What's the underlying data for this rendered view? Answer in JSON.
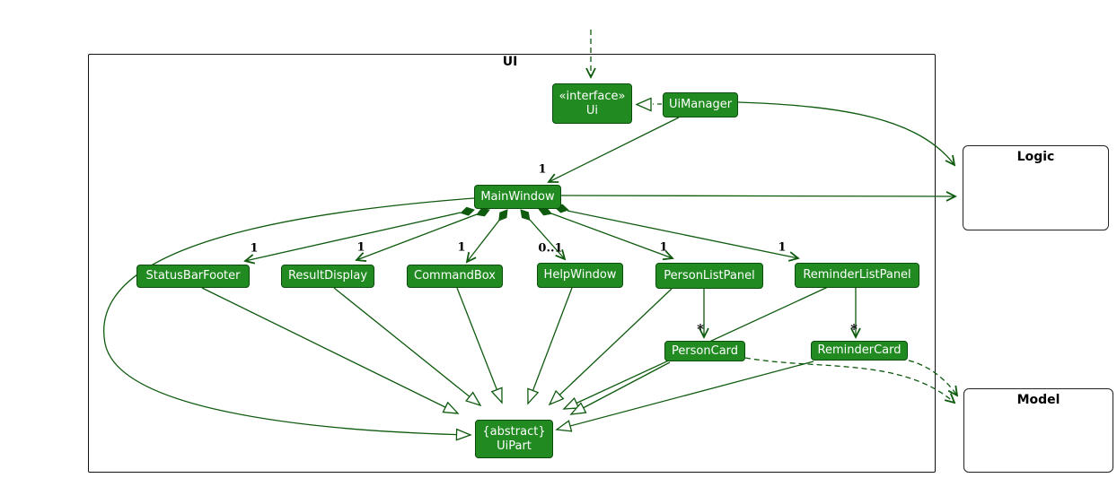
{
  "diagram": {
    "frames": {
      "ui": {
        "label": "UI"
      },
      "logic": {
        "label": "Logic"
      },
      "model": {
        "label": "Model"
      }
    },
    "classes": {
      "ui_interface": {
        "stereotype": "«interface»",
        "name": "Ui"
      },
      "ui_manager": {
        "name": "UiManager"
      },
      "main_window": {
        "name": "MainWindow"
      },
      "status_bar_footer": {
        "name": "StatusBarFooter"
      },
      "result_display": {
        "name": "ResultDisplay"
      },
      "command_box": {
        "name": "CommandBox"
      },
      "help_window": {
        "name": "HelpWindow"
      },
      "person_list_panel": {
        "name": "PersonListPanel"
      },
      "reminder_list_panel": {
        "name": "ReminderListPanel"
      },
      "person_card": {
        "name": "PersonCard"
      },
      "reminder_card": {
        "name": "ReminderCard"
      },
      "ui_part": {
        "stereotype": "{abstract}",
        "name": "UiPart"
      }
    },
    "multiplicities": {
      "main_window": "1",
      "status_bar_footer": "1",
      "result_display": "1",
      "command_box": "1",
      "help_window": "0..1",
      "person_list_panel": "1",
      "reminder_list_panel": "1",
      "person_card": "*",
      "reminder_card": "*"
    },
    "colors": {
      "class_fill": "#218a21",
      "class_border": "#0b4d0b",
      "edge": "#0e5a0e",
      "class_text": "#ffffff",
      "frame_border": "#111111"
    }
  }
}
